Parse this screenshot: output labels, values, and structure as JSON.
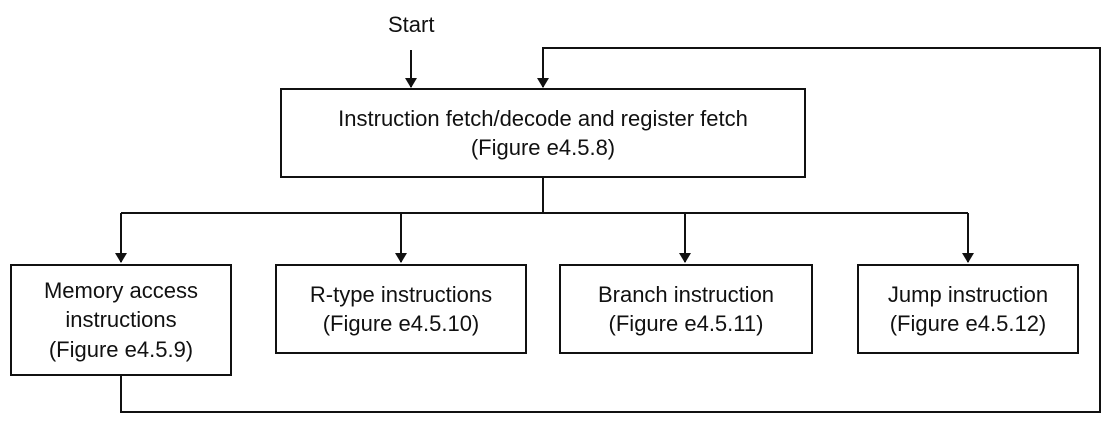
{
  "start_label": "Start",
  "top_box": {
    "line1": "Instruction fetch/decode and register fetch",
    "line2": "(Figure e4.5.8)"
  },
  "boxes": [
    {
      "lines": [
        "Memory access",
        "instructions",
        "(Figure e4.5.9)"
      ]
    },
    {
      "lines": [
        "R-type instructions",
        "(Figure e4.5.10)"
      ]
    },
    {
      "lines": [
        "Branch instruction",
        "(Figure e4.5.11)"
      ]
    },
    {
      "lines": [
        "Jump instruction",
        "(Figure e4.5.12)"
      ]
    }
  ]
}
